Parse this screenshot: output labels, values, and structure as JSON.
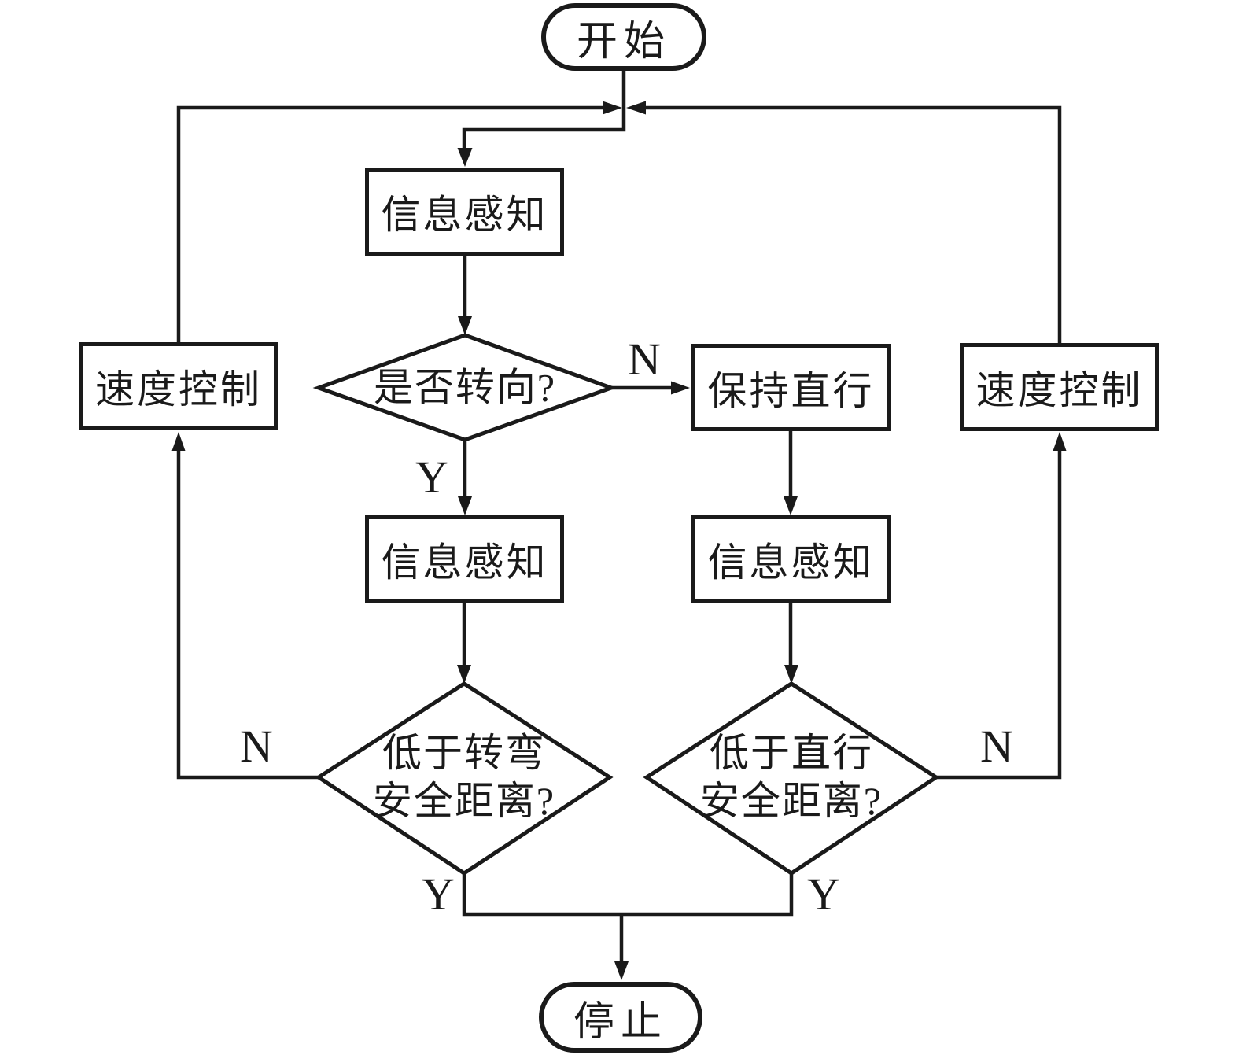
{
  "diagram": {
    "type": "flowchart",
    "background": "#ffffff",
    "stroke_color": "#1a1a1a",
    "nodes": {
      "start": {
        "label": "开始",
        "shape": "terminal"
      },
      "info_perception_top": {
        "label": "信息感知",
        "shape": "process"
      },
      "turn_decision": {
        "label": "是否转向?",
        "shape": "decision"
      },
      "keep_straight": {
        "label": "保持直行",
        "shape": "process"
      },
      "speed_control_left": {
        "label": "速度控制",
        "shape": "process"
      },
      "speed_control_right": {
        "label": "速度控制",
        "shape": "process"
      },
      "info_perception_left": {
        "label": "信息感知",
        "shape": "process"
      },
      "info_perception_right": {
        "label": "信息感知",
        "shape": "process"
      },
      "turn_safe_distance_decision": {
        "label": "低于转弯\n安全距离?",
        "shape": "decision"
      },
      "straight_safe_distance_decision": {
        "label": "低于直行\n安全距离?",
        "shape": "decision"
      },
      "stop": {
        "label": "停止",
        "shape": "terminal"
      }
    },
    "edge_labels": {
      "turn_no": "N",
      "turn_yes": "Y",
      "turn_safe_no": "N",
      "turn_safe_yes": "Y",
      "straight_safe_no": "N",
      "straight_safe_yes": "Y"
    }
  }
}
